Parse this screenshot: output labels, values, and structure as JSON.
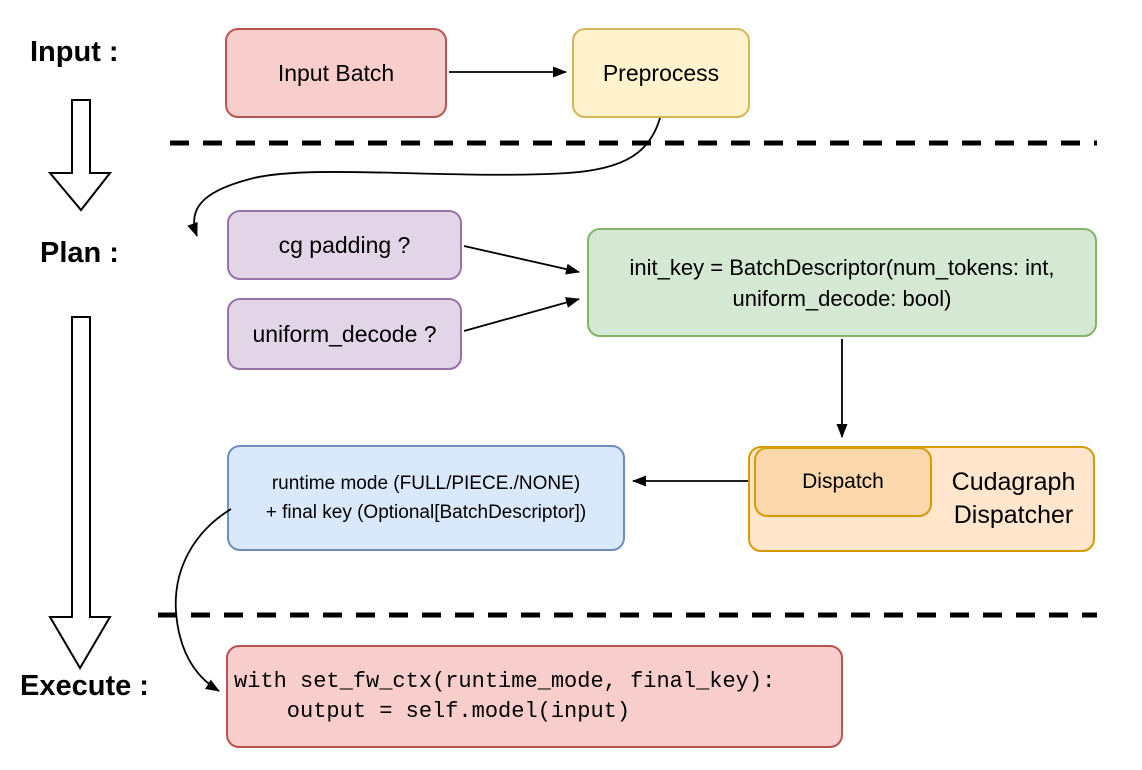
{
  "stage_labels": {
    "input": "Input :",
    "plan": "Plan :",
    "execute": "Execute :"
  },
  "nodes": {
    "input_batch": {
      "label": "Input Batch",
      "fill": "#f8cecc",
      "border": "#b85450"
    },
    "preprocess": {
      "label": "Preprocess",
      "fill": "#fff2cc",
      "border": "#d6b656"
    },
    "cg_padding": {
      "label": "cg padding ?",
      "fill": "#e1d5e7",
      "border": "#9673a6"
    },
    "uniform_decode": {
      "label": "uniform_decode ?",
      "fill": "#e1d5e7",
      "border": "#9673a6"
    },
    "init_key": {
      "line1": "init_key = BatchDescriptor(num_tokens: int,",
      "line2": "uniform_decode: bool)",
      "fill": "#d5e8d4",
      "border": "#82b366"
    },
    "cudagraph_dispatcher": {
      "line1": "Cudagraph",
      "line2": "Dispatcher",
      "fill": "#ffe6cc",
      "border": "#d79b00"
    },
    "dispatch": {
      "label": "Dispatch",
      "fill": "#fad7ac",
      "border": "#d79b00"
    },
    "runtime_mode": {
      "line1": "runtime mode (FULL/PIECE./NONE)",
      "line2": "+ final key (Optional[BatchDescriptor])",
      "fill": "#dae8fc",
      "border": "#6c8ebf"
    },
    "execute_code": {
      "line1": "with set_fw_ctx(runtime_mode, final_key):",
      "line2": "    output = self.model(input)",
      "fill": "#f8cecc",
      "border": "#b85450"
    }
  },
  "canvas": {
    "background": "#ffffff",
    "line_color": "#000000",
    "text_color": "#000000"
  }
}
